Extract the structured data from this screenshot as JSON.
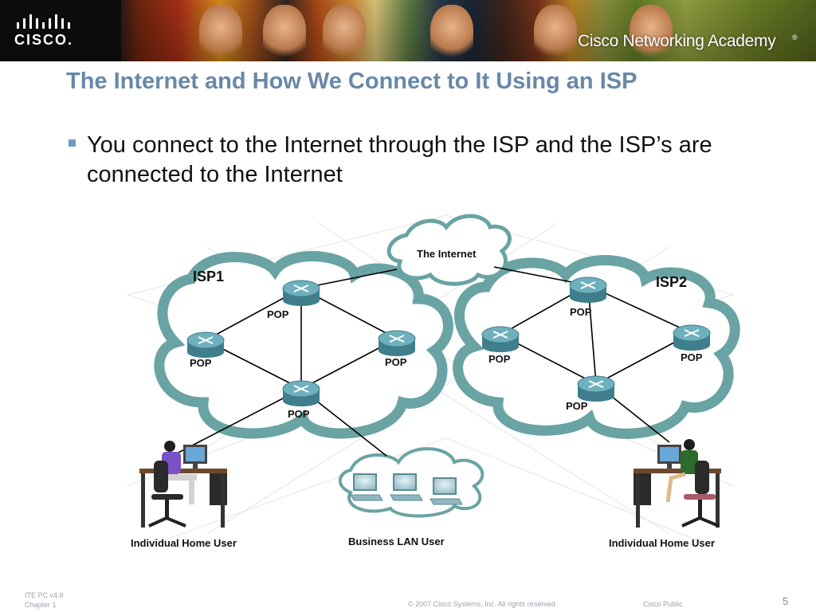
{
  "header": {
    "logo_text": "CISCO.",
    "academy_text": "Cisco Networking Academy",
    "academy_mark": "®"
  },
  "slide": {
    "title": "The Internet and How We Connect to It Using an ISP",
    "bullet": "You connect to the Internet through the ISP and the ISP’s are connected to the Internet"
  },
  "diagram": {
    "internet_label": "The Internet",
    "isp1_label": "ISP1",
    "isp2_label": "ISP2",
    "pop_label": "POP",
    "home_user_left_label": "Individual Home User",
    "business_lan_label": "Business LAN  User",
    "home_user_right_label": "Individual Home User",
    "cloud_color": "#6aa3a3",
    "router_color": "#4f8f9c"
  },
  "footer": {
    "course": "ITE PC v4.0",
    "chapter": "Chapter 1",
    "copyright": "© 2007 Cisco Systems, Inc. All rights reserved.",
    "classification": "Cisco Public",
    "page_number": "5"
  }
}
